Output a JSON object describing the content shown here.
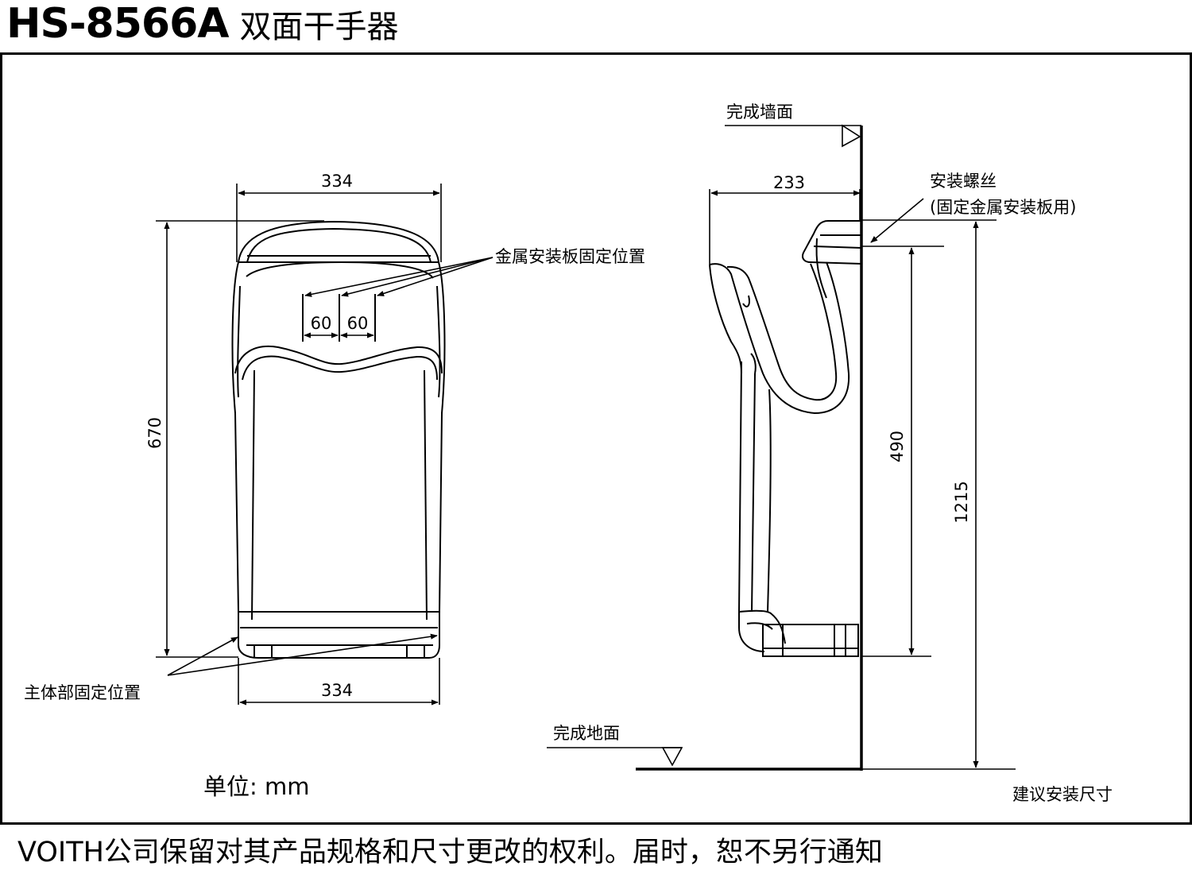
{
  "header": {
    "model": "HS-8566A",
    "name": "双面干手器"
  },
  "front_view": {
    "top_width": "334",
    "bottom_width": "334",
    "height": "670",
    "bracket_spacing_left": "60",
    "bracket_spacing_right": "60",
    "bracket_label": "金属安装板固定位置",
    "body_fix_label": "主体部固定位置"
  },
  "side_view": {
    "wall_label": "完成墙面",
    "floor_label": "完成地面",
    "depth": "233",
    "screw_label_line1": "安装螺丝",
    "screw_label_line2": "(固定金属安装板用)",
    "screw_to_bottom": "490",
    "install_height": "1215",
    "recommend_label": "建议安装尺寸"
  },
  "unit_label": "单位: mm",
  "footer": {
    "disclaimer": "VOITH公司保留对其产品规格和尺寸更改的权利。届时，恕不另行通知"
  }
}
